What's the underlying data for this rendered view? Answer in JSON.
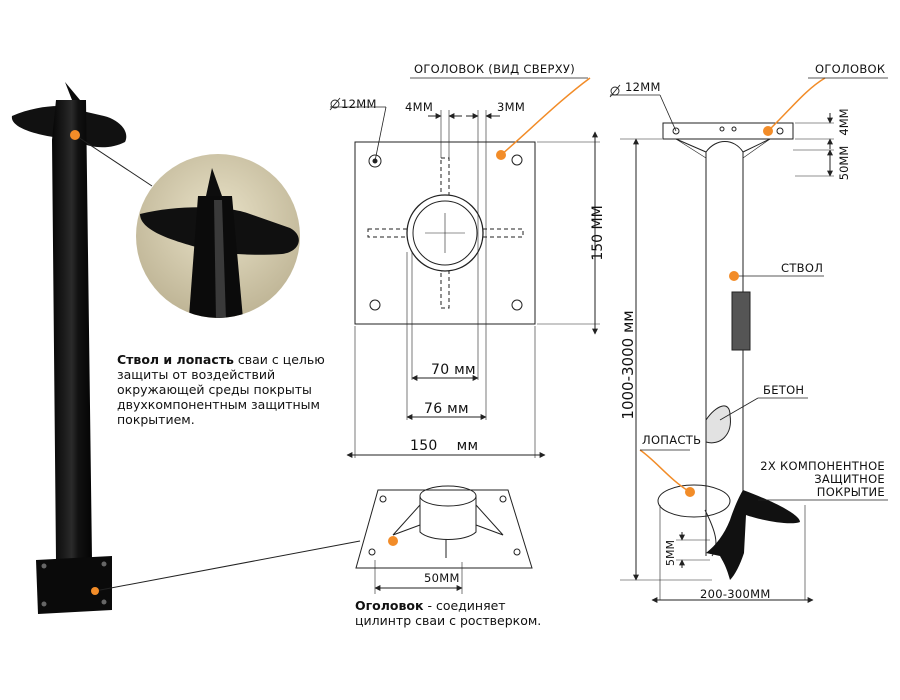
{
  "colors": {
    "accent": "#f28c28",
    "pile": "#0d0d0d",
    "line": "#222222"
  },
  "top_view": {
    "title": "ОГОЛОВОК (ВИД СВЕРХУ)",
    "hole_label": "12ММ",
    "dim_4mm": "4ММ",
    "dim_3mm": "3ММ",
    "dim_150_v": "150 ММ",
    "dim_70": "70 мм",
    "dim_76": "76 мм",
    "dim_150_h": "150    мм"
  },
  "side_view": {
    "hole_label": "12ММ",
    "head_label": "ОГОЛОВОК",
    "dim_4mm": "4ММ",
    "dim_50mm": "50ММ",
    "shaft_label": "СТВОЛ",
    "length_label": "1000-3000 мм",
    "concrete_label": "БЕТОН",
    "blade_label": "ЛОПАСТЬ",
    "coating_label_lines": [
      "2Х КОМПОНЕНТНОЕ",
      "ЗАЩИТНОЕ",
      "ПОКРЫТИЕ"
    ],
    "dim_5mm": "5ММ",
    "blade_dim": "200-300ММ"
  },
  "head_perspective": {
    "dim_50mm": "50ММ"
  },
  "captions": {
    "shaft": {
      "bold": "Ствол и лопасть",
      "text": " сваи с целью защиты от воздействий окружающей среды покрыты двухкомпонентным защитным покрытием."
    },
    "head": {
      "bold": "Оголовок",
      "text": " - соединяет цилинтр сваи с ростверком."
    }
  }
}
